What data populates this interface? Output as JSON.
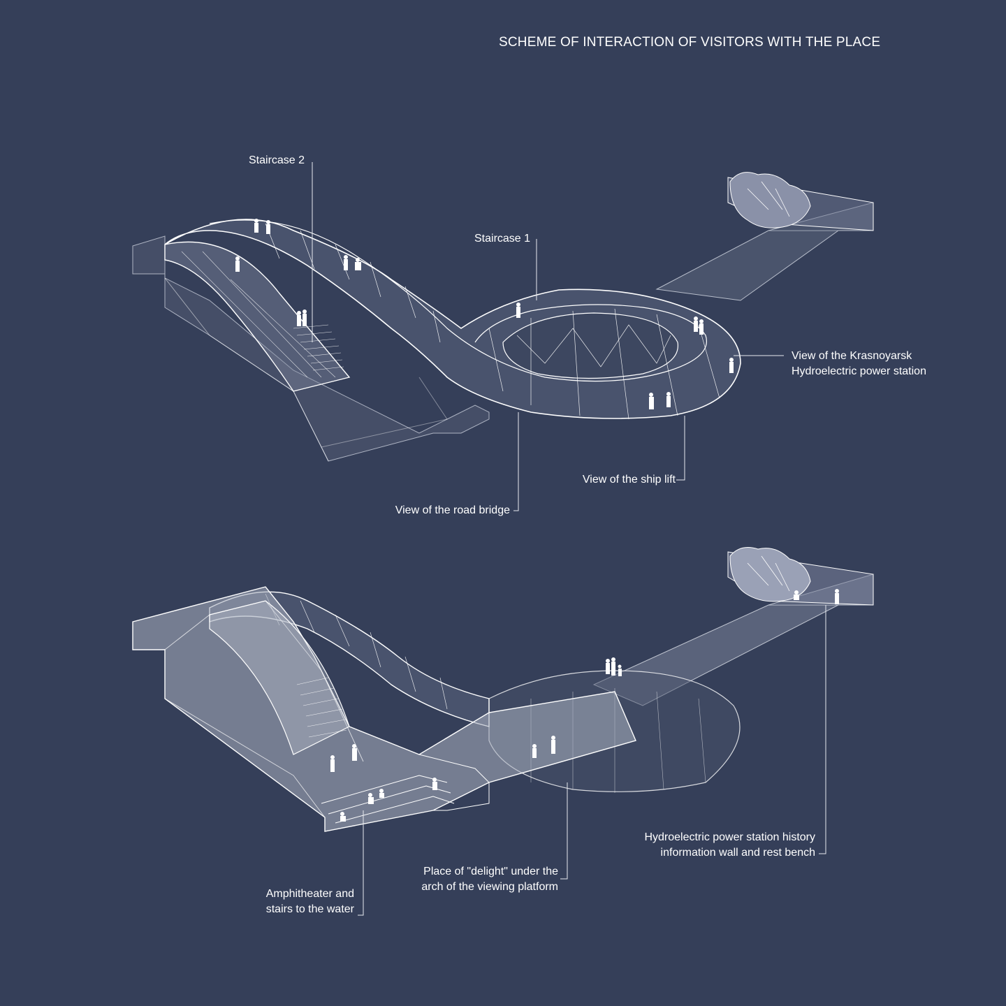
{
  "title": "SCHEME OF INTERACTION OF VISITORS WITH THE PLACE",
  "colors": {
    "background": "#353f59",
    "line": "#ffffff",
    "fill_light": "#c8cdd8"
  },
  "top_diagram": {
    "labels": {
      "staircase_2": "Staircase 2",
      "staircase_1": "Staircase 1",
      "view_krasnoyarsk": [
        "View of the Krasnoyarsk",
        "Hydroelectric power station"
      ],
      "view_ship_lift": "View of the ship lift",
      "view_road_bridge": "View of the road bridge"
    }
  },
  "bottom_diagram": {
    "labels": {
      "history_wall": [
        "Hydroelectric power station history",
        "information wall and rest bench"
      ],
      "delight_place": [
        "Place of \"delight\" under the",
        "arch of the viewing platform"
      ],
      "amphitheater": [
        "Amphitheater and",
        "stairs to the water"
      ]
    }
  }
}
